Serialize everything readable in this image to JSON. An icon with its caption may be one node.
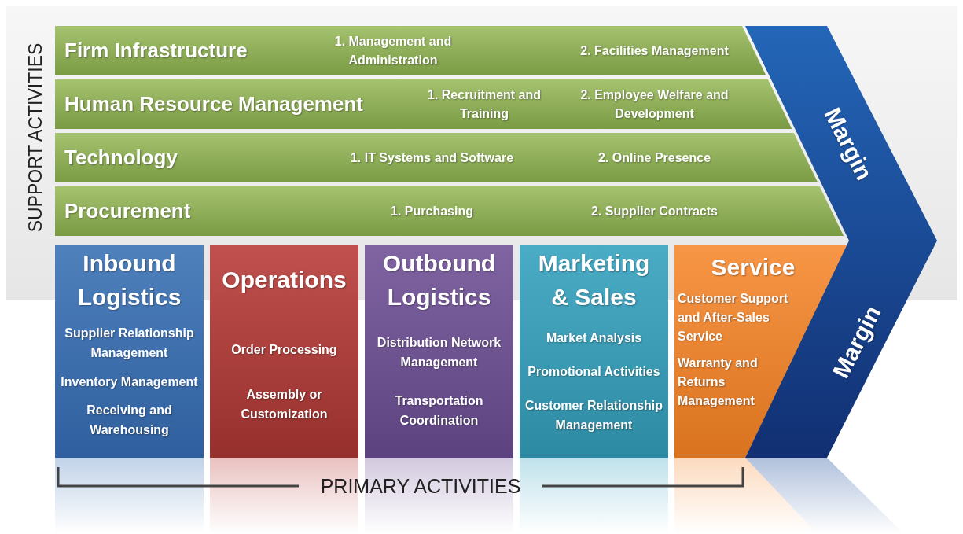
{
  "diagram": {
    "nodes": [
      {
        "text": [
          "Firm Infrastructure",
          "1. Management and Administration",
          "2. Facilities Management"
        ]
      },
      {
        "text": [
          "Human Resource Management",
          "1. Recruitment and Training",
          "2. Employee Welfare and Development"
        ]
      },
      {
        "text": [
          "Technology",
          "1. IT Systems and Software",
          "2. Online Presence"
        ]
      },
      {
        "text": [
          "Procurement",
          "1. Purchasing",
          "2. Supplier Contracts"
        ]
      },
      {
        "text": [
          "Inbound Logistics",
          "Supplier Relationship Management",
          "Inventory Management",
          "Receiving and Warehousing"
        ]
      },
      {
        "text": [
          "Operations",
          "Order Processing",
          "Assembly or Customization"
        ]
      },
      {
        "text": [
          "Outbound Logistics",
          "Distribution Network Management",
          "Transportation Coordination"
        ]
      },
      {
        "text": [
          "Marketing & Sales",
          "Market Analysis",
          "Promotional Activities",
          "Customer Relationship Management"
        ]
      },
      {
        "text": [
          "Service",
          "Customer Support and After-Sales Service",
          "Warranty and Returns Management"
        ]
      },
      {
        "text": [
          "Margin",
          "Margin"
        ]
      }
    ],
    "edges": [],
    "labels": [
      "SUPPORT ACTIVITIES",
      "PRIMARY ACTIVITIES"
    ]
  }
}
